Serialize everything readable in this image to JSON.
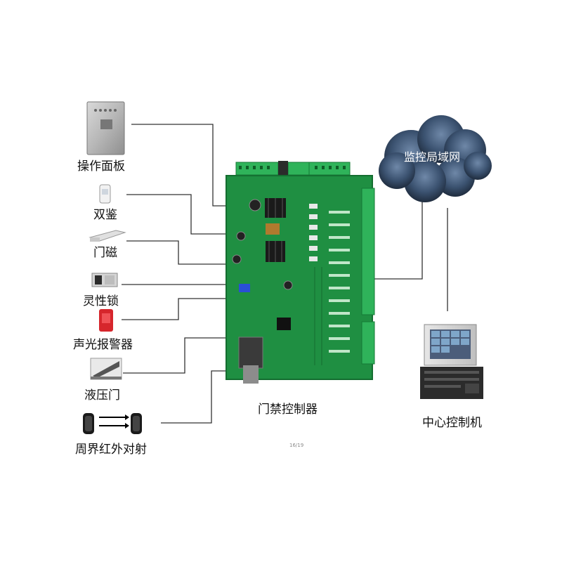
{
  "devices": [
    {
      "id": "panel",
      "label": "操作面板",
      "icon": "operation-panel-icon"
    },
    {
      "id": "dual",
      "label": "双鉴",
      "icon": "dual-tech-detector-icon"
    },
    {
      "id": "magnet",
      "label": "门磁",
      "icon": "door-magnet-icon"
    },
    {
      "id": "lock",
      "label": "灵性锁",
      "icon": "smart-lock-icon"
    },
    {
      "id": "alarm",
      "label": "声光报警器",
      "icon": "strobe-alarm-icon"
    },
    {
      "id": "door",
      "label": "液压门",
      "icon": "hydraulic-door-icon"
    },
    {
      "id": "beam",
      "label": "周界红外对射",
      "icon": "infrared-beam-icon"
    }
  ],
  "controller": {
    "label": "门禁控制器",
    "icon": "access-controller-board-icon"
  },
  "network": {
    "label": "监控局域网",
    "icon": "cloud-icon"
  },
  "center": {
    "label": "中心控制机",
    "icon": "computer-icon"
  },
  "page": "16/19",
  "colors": {
    "pcb": "#1f8f42",
    "pcb_dark": "#146d30",
    "terminal": "#2fb35a",
    "cloud": "#334a66",
    "line": "#333333"
  }
}
